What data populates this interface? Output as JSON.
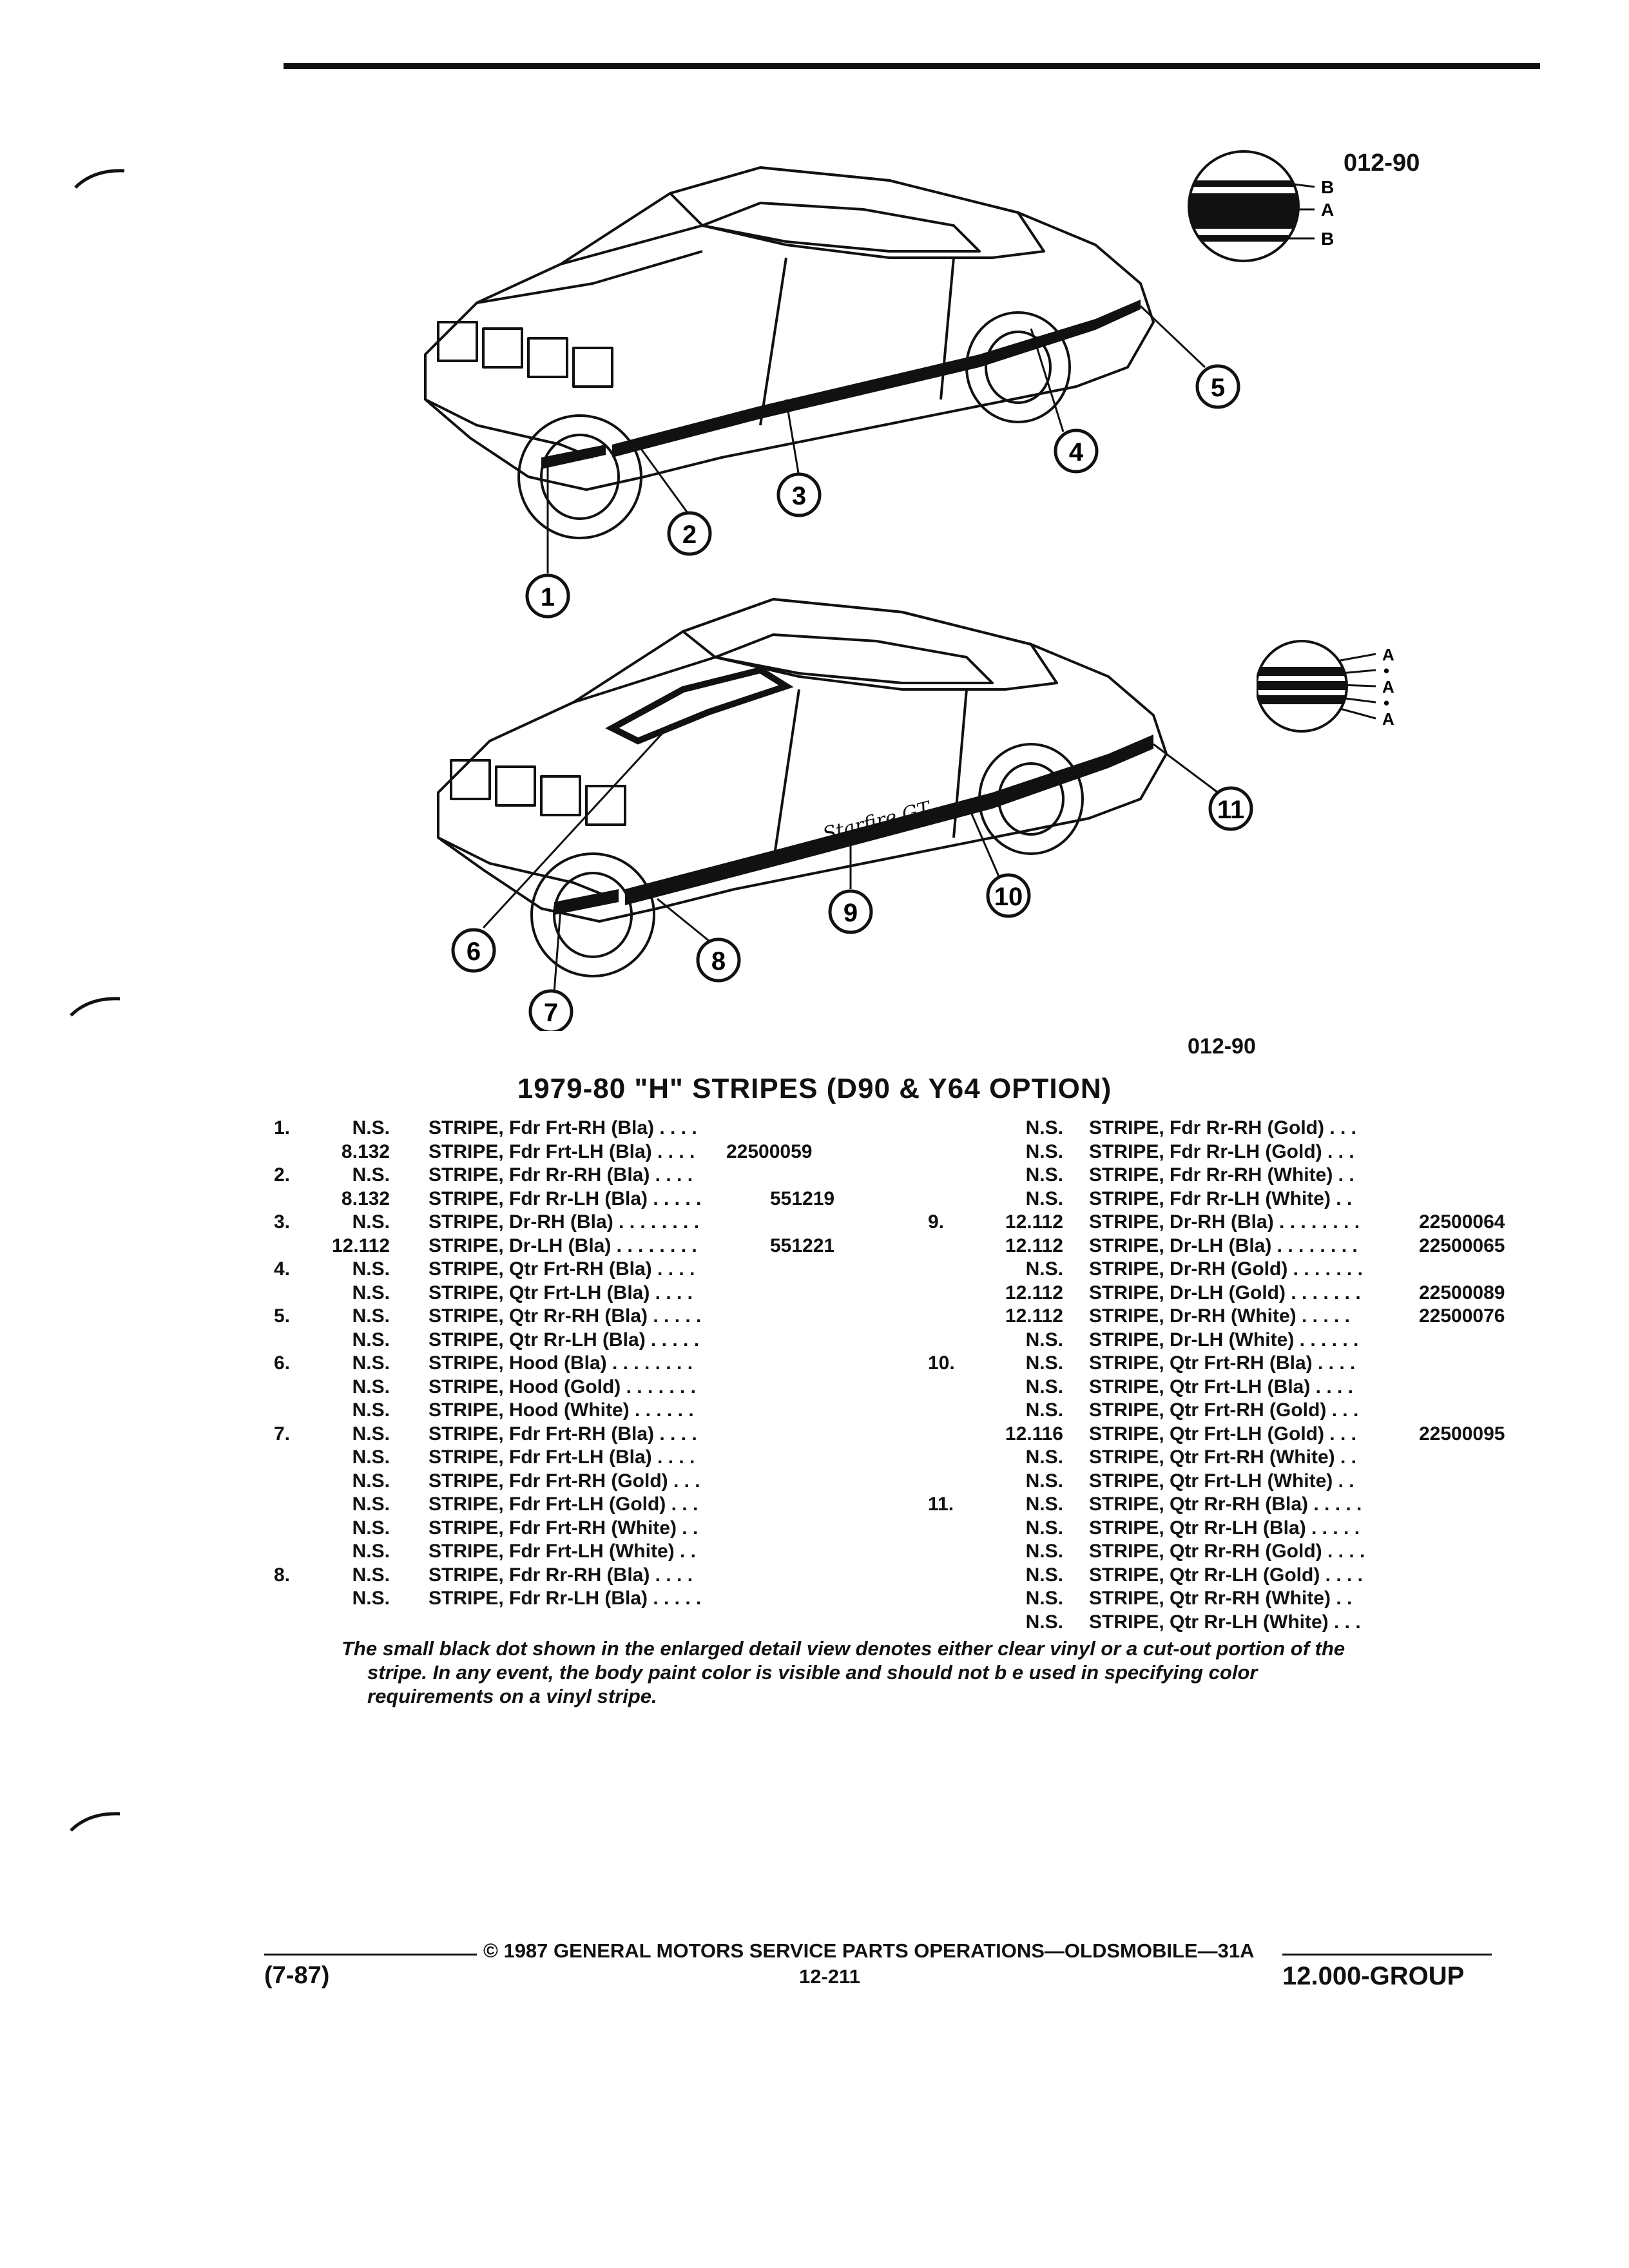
{
  "figure": {
    "id_top": "012-90",
    "id_bottom": "012-90",
    "detail_top_labels": [
      "B",
      "A",
      "B"
    ],
    "detail_bottom_labels": [
      "A",
      "•",
      "A",
      "•",
      "A"
    ],
    "bodyside_script": "Starfire GT",
    "callouts_top": [
      "1",
      "2",
      "3",
      "4",
      "5"
    ],
    "callouts_bottom": [
      "6",
      "7",
      "8",
      "9",
      "10",
      "11"
    ]
  },
  "section_title": "1979-80 \"H\" STRIPES (D90 & Y64 OPTION)",
  "left_column": [
    {
      "item": "1.",
      "group": "N.S.",
      "desc": "STRIPE, Fdr Frt-RH (Bla)  . . . .",
      "part": ""
    },
    {
      "item": "",
      "group": "8.132",
      "desc": "STRIPE, Fdr Frt-LH (Bla)  . . . .",
      "part": "22500059"
    },
    {
      "item": "2.",
      "group": "N.S.",
      "desc": "STRIPE, Fdr Rr-RH (Bla)  . . . .",
      "part": ""
    },
    {
      "item": "",
      "group": "8.132",
      "desc": "STRIPE, Fdr Rr-LH (Bla)  . . . . .",
      "part": "551219"
    },
    {
      "item": "3.",
      "group": "N.S.",
      "desc": "STRIPE, Dr-RH (Bla)  . . . . . . . .",
      "part": ""
    },
    {
      "item": "",
      "group": "12.112",
      "desc": "STRIPE, Dr-LH (Bla)  . . . . . . . .",
      "part": "551221"
    },
    {
      "item": "4.",
      "group": "N.S.",
      "desc": "STRIPE, Qtr Frt-RH (Bla)  . . . .",
      "part": ""
    },
    {
      "item": "",
      "group": "N.S.",
      "desc": "STRIPE, Qtr Frt-LH (Bla)  . . . .",
      "part": ""
    },
    {
      "item": "5.",
      "group": "N.S.",
      "desc": "STRIPE, Qtr Rr-RH (Bla)  . . . . .",
      "part": ""
    },
    {
      "item": "",
      "group": "N.S.",
      "desc": "STRIPE, Qtr Rr-LH (Bla)  . . . . .",
      "part": ""
    },
    {
      "item": "6.",
      "group": "N.S.",
      "desc": "STRIPE, Hood (Bla)  . . . . . . . .",
      "part": ""
    },
    {
      "item": "",
      "group": "N.S.",
      "desc": "STRIPE, Hood (Gold)  . . . . . . .",
      "part": ""
    },
    {
      "item": "",
      "group": "N.S.",
      "desc": "STRIPE, Hood (White)  . . . . . .",
      "part": ""
    },
    {
      "item": "7.",
      "group": "N.S.",
      "desc": "STRIPE, Fdr Frt-RH (Bla)  . . . .",
      "part": ""
    },
    {
      "item": "",
      "group": "N.S.",
      "desc": "STRIPE, Fdr Frt-LH (Bla)  . . . .",
      "part": ""
    },
    {
      "item": "",
      "group": "N.S.",
      "desc": "STRIPE, Fdr Frt-RH (Gold)  . . .",
      "part": ""
    },
    {
      "item": "",
      "group": "N.S.",
      "desc": "STRIPE, Fdr Frt-LH (Gold)  . . .",
      "part": ""
    },
    {
      "item": "",
      "group": "N.S.",
      "desc": "STRIPE, Fdr Frt-RH (White)  . .",
      "part": ""
    },
    {
      "item": "",
      "group": "N.S.",
      "desc": "STRIPE, Fdr Frt-LH (White)  . .",
      "part": ""
    },
    {
      "item": "8.",
      "group": "N.S.",
      "desc": "STRIPE, Fdr Rr-RH (Bla)  . . . .",
      "part": ""
    },
    {
      "item": "",
      "group": "N.S.",
      "desc": "STRIPE, Fdr Rr-LH (Bla)  . . . . .",
      "part": ""
    }
  ],
  "right_column": [
    {
      "item": "",
      "group": "N.S.",
      "desc": "STRIPE, Fdr Rr-RH (Gold)  . . .",
      "part": ""
    },
    {
      "item": "",
      "group": "N.S.",
      "desc": "STRIPE, Fdr Rr-LH (Gold)  . . .",
      "part": ""
    },
    {
      "item": "",
      "group": "N.S.",
      "desc": "STRIPE, Fdr Rr-RH (White)  . .",
      "part": ""
    },
    {
      "item": "",
      "group": "N.S.",
      "desc": "STRIPE, Fdr Rr-LH (White)  . .",
      "part": ""
    },
    {
      "item": "9.",
      "group": "12.112",
      "desc": "STRIPE, Dr-RH (Bla)  . . . . . . . .",
      "part": "22500064"
    },
    {
      "item": "",
      "group": "12.112",
      "desc": "STRIPE, Dr-LH (Bla)  . . . . . . . .",
      "part": "22500065"
    },
    {
      "item": "",
      "group": "N.S.",
      "desc": "STRIPE, Dr-RH (Gold)  . . . . . . .",
      "part": ""
    },
    {
      "item": "",
      "group": "12.112",
      "desc": "STRIPE, Dr-LH (Gold)  . . . . . . .",
      "part": "22500089"
    },
    {
      "item": "",
      "group": "12.112",
      "desc": "STRIPE, Dr-RH (White)  . . . . .",
      "part": "22500076"
    },
    {
      "item": "",
      "group": "N.S.",
      "desc": "STRIPE, Dr-LH (White)  . . . . . .",
      "part": ""
    },
    {
      "item": "10.",
      "group": "N.S.",
      "desc": "STRIPE, Qtr Frt-RH (Bla)  . . . .",
      "part": ""
    },
    {
      "item": "",
      "group": "N.S.",
      "desc": "STRIPE, Qtr Frt-LH (Bla)  . . . .",
      "part": ""
    },
    {
      "item": "",
      "group": "N.S.",
      "desc": "STRIPE, Qtr Frt-RH (Gold)  . . .",
      "part": ""
    },
    {
      "item": "",
      "group": "12.116",
      "desc": "STRIPE, Qtr Frt-LH (Gold)  . . .",
      "part": "22500095"
    },
    {
      "item": "",
      "group": "N.S.",
      "desc": "STRIPE, Qtr Frt-RH (White)  . .",
      "part": ""
    },
    {
      "item": "",
      "group": "N.S.",
      "desc": "STRIPE, Qtr Frt-LH (White)  . .",
      "part": ""
    },
    {
      "item": "11.",
      "group": "N.S.",
      "desc": "STRIPE, Qtr Rr-RH (Bla)  . . . . .",
      "part": ""
    },
    {
      "item": "",
      "group": "N.S.",
      "desc": "STRIPE, Qtr Rr-LH (Bla)  . . . . .",
      "part": ""
    },
    {
      "item": "",
      "group": "N.S.",
      "desc": "STRIPE, Qtr Rr-RH (Gold)  . . . .",
      "part": ""
    },
    {
      "item": "",
      "group": "N.S.",
      "desc": "STRIPE, Qtr Rr-LH (Gold)  . . . .",
      "part": ""
    },
    {
      "item": "",
      "group": "N.S.",
      "desc": "STRIPE, Qtr Rr-RH (White)  . .",
      "part": ""
    },
    {
      "item": "",
      "group": "N.S.",
      "desc": "STRIPE, Qtr Rr-LH (White)  . . .",
      "part": ""
    }
  ],
  "note": [
    "The small black dot shown in the enlarged detail view denotes either clear vinyl or a cut-out portion of the",
    "stripe. In any event, the body paint color is visible and should not b e used in specifying color",
    "requirements on a vinyl stripe."
  ],
  "footer": {
    "revision": "(7-87)",
    "copyright": "©  1987  GENERAL MOTORS SERVICE PARTS OPERATIONS—OLDSMOBILE—31A",
    "page": "12-211",
    "group": "12.000-GROUP"
  }
}
